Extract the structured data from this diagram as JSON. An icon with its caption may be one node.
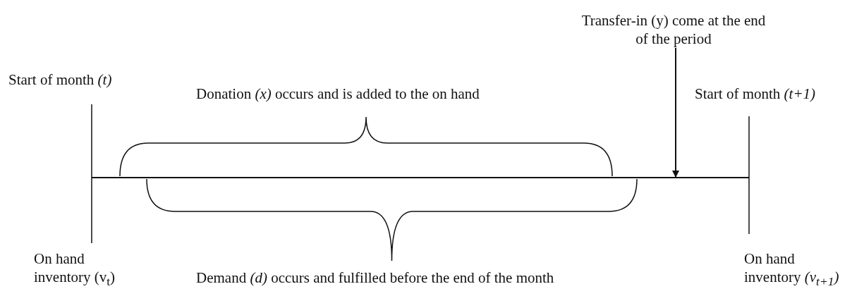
{
  "diagram": {
    "nodes": [
      {
        "text": [
          "Transfer-in (y) come at the end of the period"
        ]
      },
      {
        "text": [],
        "shape": "line"
      }
    ],
    "edges": [
      {
        "from": 0,
        "to": 1,
        "arrow": "to"
      }
    ],
    "labels": [
      "Start of month *(t)*",
      "Donation *(x)* occurs and is added to the on hand",
      "Start of month *(t+1)*",
      "On hand inventory (v$_{t}$)",
      "Demand *(d)* occurs and fulfilled before the end of the month",
      "On hand inventory *(v$_{t+1}$)*"
    ]
  }
}
